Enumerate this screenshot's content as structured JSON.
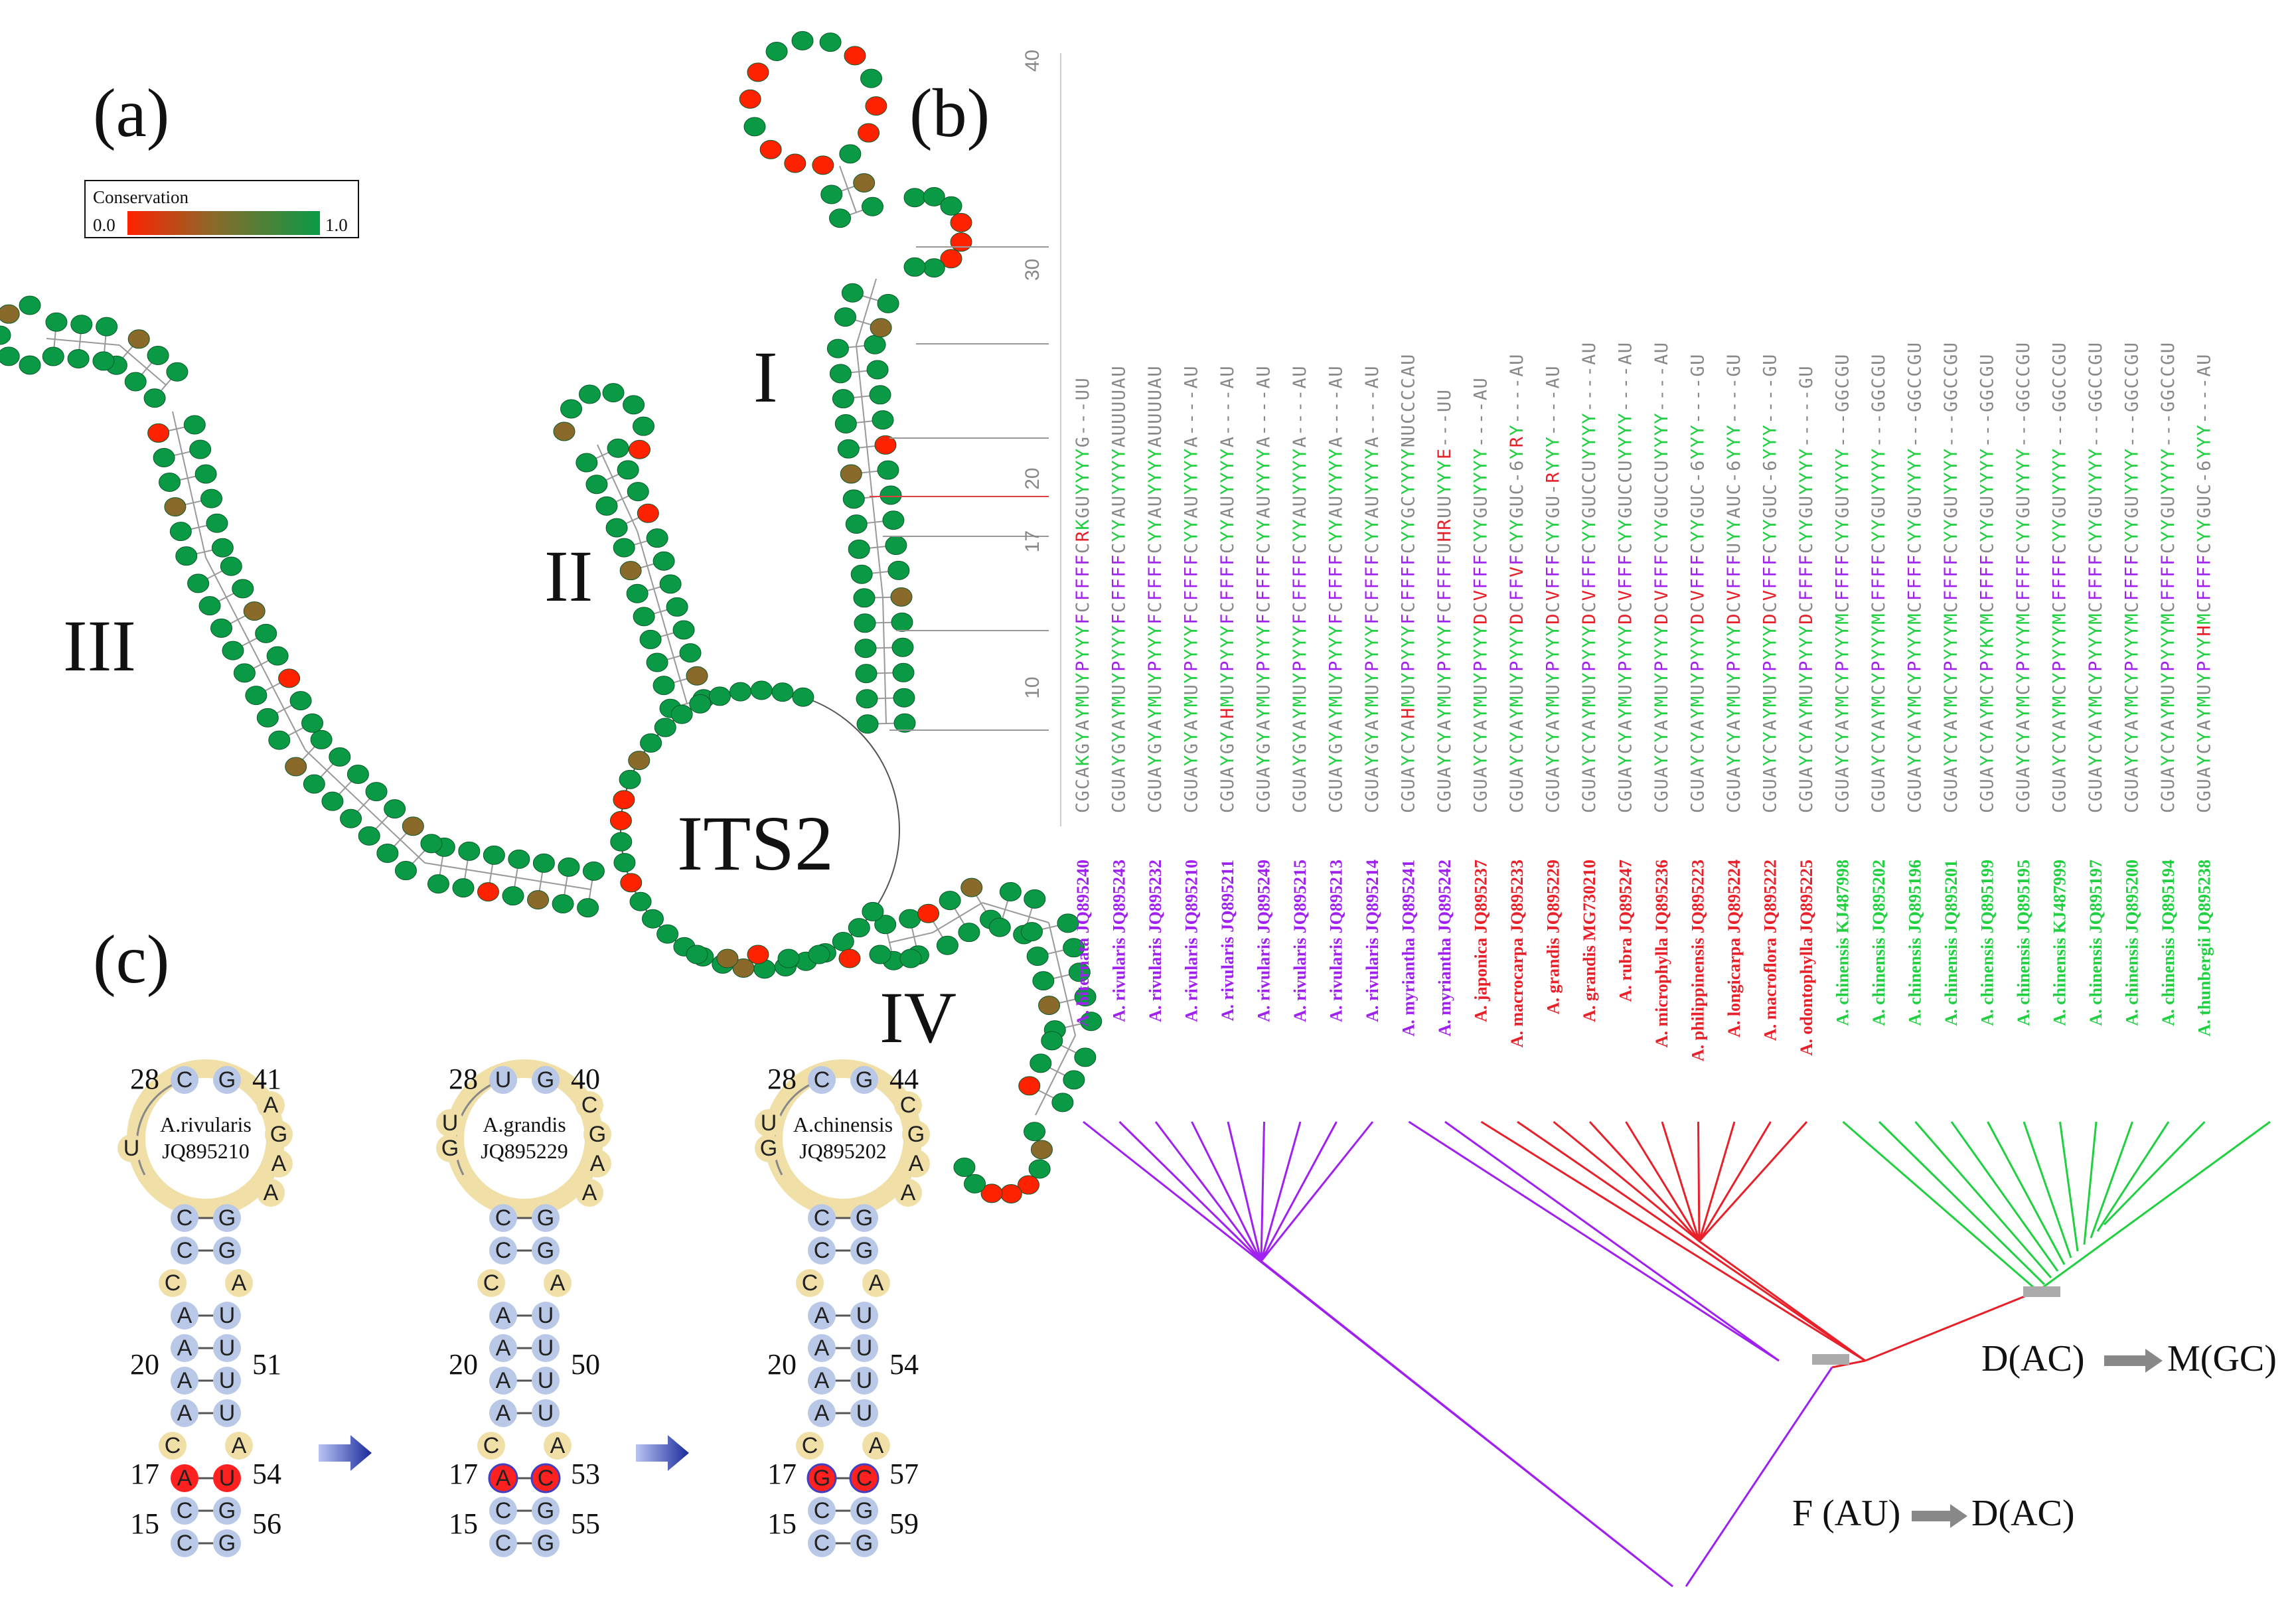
{
  "panels": {
    "a": "(a)",
    "b": "(b)",
    "c": "(c)"
  },
  "legend": {
    "title": "Conservation",
    "min": "0.0",
    "max": "1.0",
    "colors": [
      "#ff2200",
      "#8a6a2a",
      "#0a9a46"
    ]
  },
  "structure": {
    "center_label": "ITS2",
    "helices": [
      "I",
      "II",
      "III",
      "IV"
    ],
    "colors": {
      "conserved": "#0a9a46",
      "variable": "#ff2200",
      "intermediate": "#8a6a2a"
    }
  },
  "alignment": {
    "ticks": [
      {
        "label": "40",
        "pos": 40,
        "red": false
      },
      {
        "label": "30",
        "pos": 30,
        "red": false
      },
      {
        "label": "20",
        "pos": 20,
        "red": false
      },
      {
        "label": "17",
        "pos": 17,
        "red": true
      },
      {
        "label": "10",
        "pos": 10,
        "red": false
      }
    ],
    "rows": [
      {
        "taxon": "A. biternata JQ895240",
        "color": "#a020f0",
        "seq": "CGCAKGYAYMUYPYYYFCFFFFCRKGUYYYYG---UU"
      },
      {
        "taxon": "A. rivularis JQ895243",
        "color": "#a020f0",
        "seq": "CGUAYGYAYMUYPYYYFCFFFFCYYAUYYYYAUUUUAU"
      },
      {
        "taxon": "A. rivularis JQ895232",
        "color": "#a020f0",
        "seq": "CGUAYGYAYMUYPYYYFCFFFFCYYAUYYYYAUUUUAU"
      },
      {
        "taxon": "A. rivularis JQ895210",
        "color": "#a020f0",
        "seq": "CGUAYGYAYMUYPYYYFCFFFFCYYAUYYYYA----AU"
      },
      {
        "taxon": "A. rivularis JQ895211",
        "color": "#a020f0",
        "seq": "CGUAYGYAHMUYPYYYFCFFFFCYYAUYYYYA----AU"
      },
      {
        "taxon": "A. rivularis JQ895249",
        "color": "#a020f0",
        "seq": "CGUAYGYAYMUYPYYYFCFFFFCYYAUYYYYA----AU"
      },
      {
        "taxon": "A. rivularis JQ895215",
        "color": "#a020f0",
        "seq": "CGUAYGYAYMUYPYYYFCFFFFCYYAUYYYYA----AU"
      },
      {
        "taxon": "A. rivularis JQ895213",
        "color": "#a020f0",
        "seq": "CGUAYGYAYMUYPYYYFCFFFFCYYAUYYYYA----AU"
      },
      {
        "taxon": "A. rivularis JQ895214",
        "color": "#a020f0",
        "seq": "CGUAYGYAYMUYPYYYFCFFFFCYYAUYYYYA----AU"
      },
      {
        "taxon": "A. myriantha JQ895241",
        "color": "#a020f0",
        "seq": "CGUAYCYAHMUYPYYYFCFFFFCYYGCYYYYNUCCCCAU"
      },
      {
        "taxon": "A. myriantha JQ895242",
        "color": "#a020f0",
        "seq": "CGUAYCYAYMUYPYYYFCFFFFUHRUUYYYE---UU"
      },
      {
        "taxon": "A. japonica JQ895237",
        "color": "#e8202a",
        "seq": "CGUAYCYAYMUYPYYYDCVFFFCYYGUYYYY----AU"
      },
      {
        "taxon": "A. macrocarpa JQ895233",
        "color": "#e8202a",
        "seq": "CGUAYCYAYMUYPYYYDCFFVFCYYGUC-6YRY----AU"
      },
      {
        "taxon": "A. grandis JQ895229",
        "color": "#e8202a",
        "seq": "CGUAYCYAYMUYPYYYDCVFFFCYYGU-RYYY----AU"
      },
      {
        "taxon": "A. grandis MG730210",
        "color": "#e8202a",
        "seq": "CGUAYCYAYMUYPYYYDCVFFFCYYGUCCUYYYY----AU"
      },
      {
        "taxon": "A. rubra JQ895247",
        "color": "#e8202a",
        "seq": "CGUAYCYAYMUYPYYYDCVFFFCYYGUCCUYYYY----AU"
      },
      {
        "taxon": "A. microphylla JQ895236",
        "color": "#e8202a",
        "seq": "CGUAYCYAYMUYPYYYDCVFFFCYYGUCCUYYYY----AU"
      },
      {
        "taxon": "A. philippinensis JQ895223",
        "color": "#e8202a",
        "seq": "CGUAYCYAYMUYPYYYDCVFFFCYYGUC-6YYY----GU"
      },
      {
        "taxon": "A. longicarpa JQ895224",
        "color": "#e8202a",
        "seq": "CGUAYCYAYMUYPYYYDCVFFFUYYAUC-6YYY----GU"
      },
      {
        "taxon": "A. macroflora JQ895222",
        "color": "#e8202a",
        "seq": "CGUAYCYAYMUYPYYYDCVFFFCYYGUC-6YYY----GU"
      },
      {
        "taxon": "A. odontophylla JQ895225",
        "color": "#e8202a",
        "seq": "CGUAYCYAYMUYPYYYDCFFFFCYYGUYYYY-----GU"
      },
      {
        "taxon": "A. chinensis KJ487998",
        "color": "#20d040",
        "seq": "CGUAYCYAYMCYPYYYMCFFFFCYYGUYYYY---GGCGU"
      },
      {
        "taxon": "A. chinensis JQ895202",
        "color": "#20d040",
        "seq": "CGUAYCYAYMCYPYYYMCFFFFCYYGUYYYY---GGCGU"
      },
      {
        "taxon": "A. chinensis JQ895196",
        "color": "#20d040",
        "seq": "CGUAYCYAYMCYPYYYMCFFFFCYYGUYYYY---GGCCGU"
      },
      {
        "taxon": "A. chinensis JQ895201",
        "color": "#20d040",
        "seq": "CGUAYCYAYMCYPYYYMCFFFFCYYGUYYYY---GGCCGU"
      },
      {
        "taxon": "A. chinensis JQ895199",
        "color": "#20d040",
        "seq": "CGUAYCYAYMCYPYKYMCFFFFCYYGUYYYY---GGCGU"
      },
      {
        "taxon": "A. chinensis JQ895195",
        "color": "#20d040",
        "seq": "CGUAYCYAYMCYPYYYMCFFFFCYYGUYYYY---GGCCGU"
      },
      {
        "taxon": "A. chinensis KJ487999",
        "color": "#20d040",
        "seq": "CGUAYCYAYMCYPYYYMCFFFFCYYGUYYYY---GGCCGU"
      },
      {
        "taxon": "A. chinensis JQ895197",
        "color": "#20d040",
        "seq": "CGUAYCYAYMCYPYYYMCFFFFCYYGUYYYY---GGCCGU"
      },
      {
        "taxon": "A. chinensis JQ895200",
        "color": "#20d040",
        "seq": "CGUAYCYAYMCYPYYYMCFFFFCYYGUYYYY---GGCCGU"
      },
      {
        "taxon": "A. chinensis JQ895194",
        "color": "#20d040",
        "seq": "CGUAYCYAYMUYPYYYMCFFFFCYYGUYYYY---GGCCGU"
      },
      {
        "taxon": "A. thunbergii JQ895238",
        "color": "#20d040",
        "seq": "CGUAYCYAYMUYPYYHMCFFFFCYYGUC-6YYY----AU"
      }
    ]
  },
  "tree": {
    "transitions": [
      {
        "from": "F (AU)",
        "to": "D(AC)"
      },
      {
        "from": "D(AC)",
        "to": "M(GC)"
      }
    ],
    "colors": {
      "purple": "#a020f0",
      "red": "#e8202a",
      "green": "#20d040"
    }
  },
  "hairpins": [
    {
      "species": "A.rivularis",
      "accession": "JQ895210",
      "nums": {
        "tl": "28",
        "tr": "41",
        "ml": "20",
        "mr": "51",
        "rl": "17",
        "rr": "54",
        "bl": "15",
        "br": "56"
      },
      "loop": {
        "top": [
          "C",
          "G"
        ],
        "left": [
          "U"
        ],
        "right": [
          "A",
          "G",
          "A",
          "A"
        ]
      },
      "pairs": [
        [
          "C",
          "G"
        ],
        [
          "C",
          "G"
        ],
        [
          "C",
          "A"
        ],
        [
          "A",
          "U"
        ],
        [
          "A",
          "U"
        ],
        [
          "A",
          "U"
        ],
        [
          "A",
          "U"
        ],
        [
          "C",
          "A"
        ],
        [
          "A",
          "U"
        ],
        [
          "C",
          "G"
        ],
        [
          "C",
          "G"
        ]
      ]
    },
    {
      "species": "A.grandis",
      "accession": "JQ895229",
      "nums": {
        "tl": "28",
        "tr": "40",
        "ml": "20",
        "mr": "50",
        "rl": "17",
        "rr": "53",
        "bl": "15",
        "br": "55"
      },
      "loop": {
        "top": [
          "U",
          "G"
        ],
        "left": [
          "U",
          "G"
        ],
        "right": [
          "C",
          "G",
          "A",
          "A"
        ]
      },
      "pairs": [
        [
          "C",
          "G"
        ],
        [
          "C",
          "G"
        ],
        [
          "C",
          "A"
        ],
        [
          "A",
          "U"
        ],
        [
          "A",
          "U"
        ],
        [
          "A",
          "U"
        ],
        [
          "A",
          "U"
        ],
        [
          "C",
          "A"
        ],
        [
          "A",
          "C"
        ],
        [
          "C",
          "G"
        ],
        [
          "C",
          "G"
        ]
      ]
    },
    {
      "species": "A.chinensis",
      "accession": "JQ895202",
      "nums": {
        "tl": "28",
        "tr": "44",
        "ml": "20",
        "mr": "54",
        "rl": "17",
        "rr": "57",
        "bl": "15",
        "br": "59"
      },
      "loop": {
        "top": [
          "C",
          "G"
        ],
        "left": [
          "U",
          "G"
        ],
        "right": [
          "C",
          "G",
          "A",
          "A"
        ]
      },
      "pairs": [
        [
          "C",
          "G"
        ],
        [
          "C",
          "G"
        ],
        [
          "C",
          "A"
        ],
        [
          "A",
          "U"
        ],
        [
          "A",
          "U"
        ],
        [
          "A",
          "U"
        ],
        [
          "A",
          "U"
        ],
        [
          "C",
          "A"
        ],
        [
          "G",
          "C"
        ],
        [
          "C",
          "G"
        ],
        [
          "C",
          "G"
        ]
      ]
    }
  ]
}
